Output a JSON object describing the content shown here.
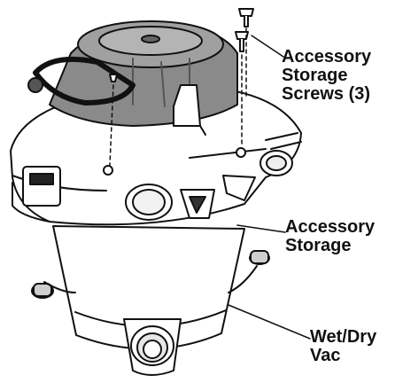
{
  "colors": {
    "outline": "#111111",
    "motor_head": "#8a8a8a",
    "motor_head_light": "#b4b4b4",
    "body_fill": "#ffffff"
  },
  "callouts": {
    "screws": {
      "lines": [
        "Accessory",
        "Storage",
        "Screws (3)"
      ]
    },
    "storage": {
      "lines": [
        "Accessory",
        "Storage"
      ]
    },
    "vac": {
      "lines": [
        "Wet/Dry",
        "Vac"
      ]
    }
  }
}
